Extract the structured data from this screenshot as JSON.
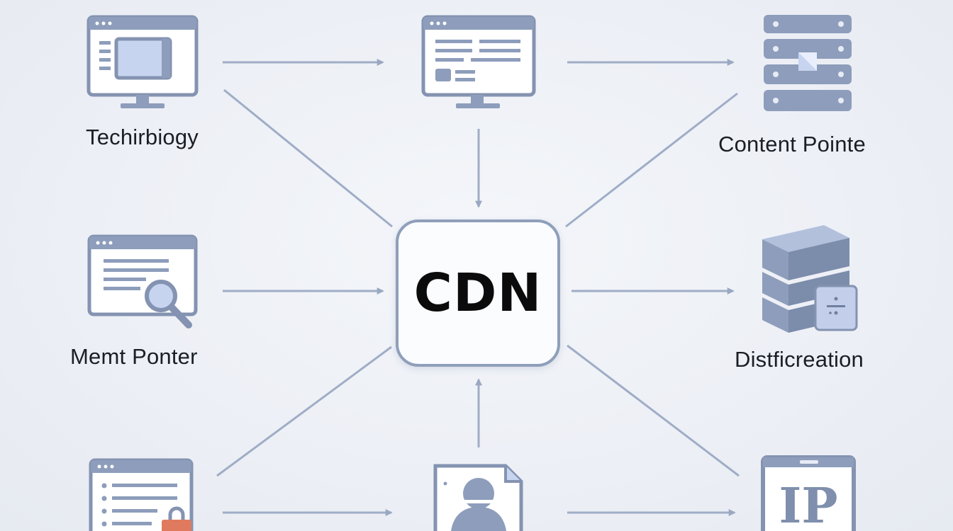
{
  "center": {
    "label": "CDN"
  },
  "nodes": [
    {
      "id": "top-left",
      "label": "Techirbiogy",
      "icon": "monitor-window-icon"
    },
    {
      "id": "top-center",
      "label": "",
      "icon": "monitor-list-icon"
    },
    {
      "id": "top-right",
      "label": "Content Pointe",
      "icon": "server-rack-icon"
    },
    {
      "id": "middle-left",
      "label": "Memt Ponter",
      "icon": "browser-search-icon"
    },
    {
      "id": "middle-right",
      "label": "Distficreation",
      "icon": "database-server-icon"
    },
    {
      "id": "bottom-left",
      "label": "",
      "icon": "browser-list-lock-icon"
    },
    {
      "id": "bottom-center",
      "label": "",
      "icon": "user-document-icon"
    },
    {
      "id": "bottom-right",
      "label": "",
      "icon": "ip-tablet-icon"
    }
  ],
  "ip_badge": {
    "text": "IP"
  },
  "colors": {
    "icon_stroke": "#7f8fad",
    "icon_fill": "#8d9dbb",
    "icon_light": "#c9d5ee",
    "arrow": "#9aa8c2",
    "lock_accent": "#e07a5f",
    "text": "#1b1e24"
  }
}
